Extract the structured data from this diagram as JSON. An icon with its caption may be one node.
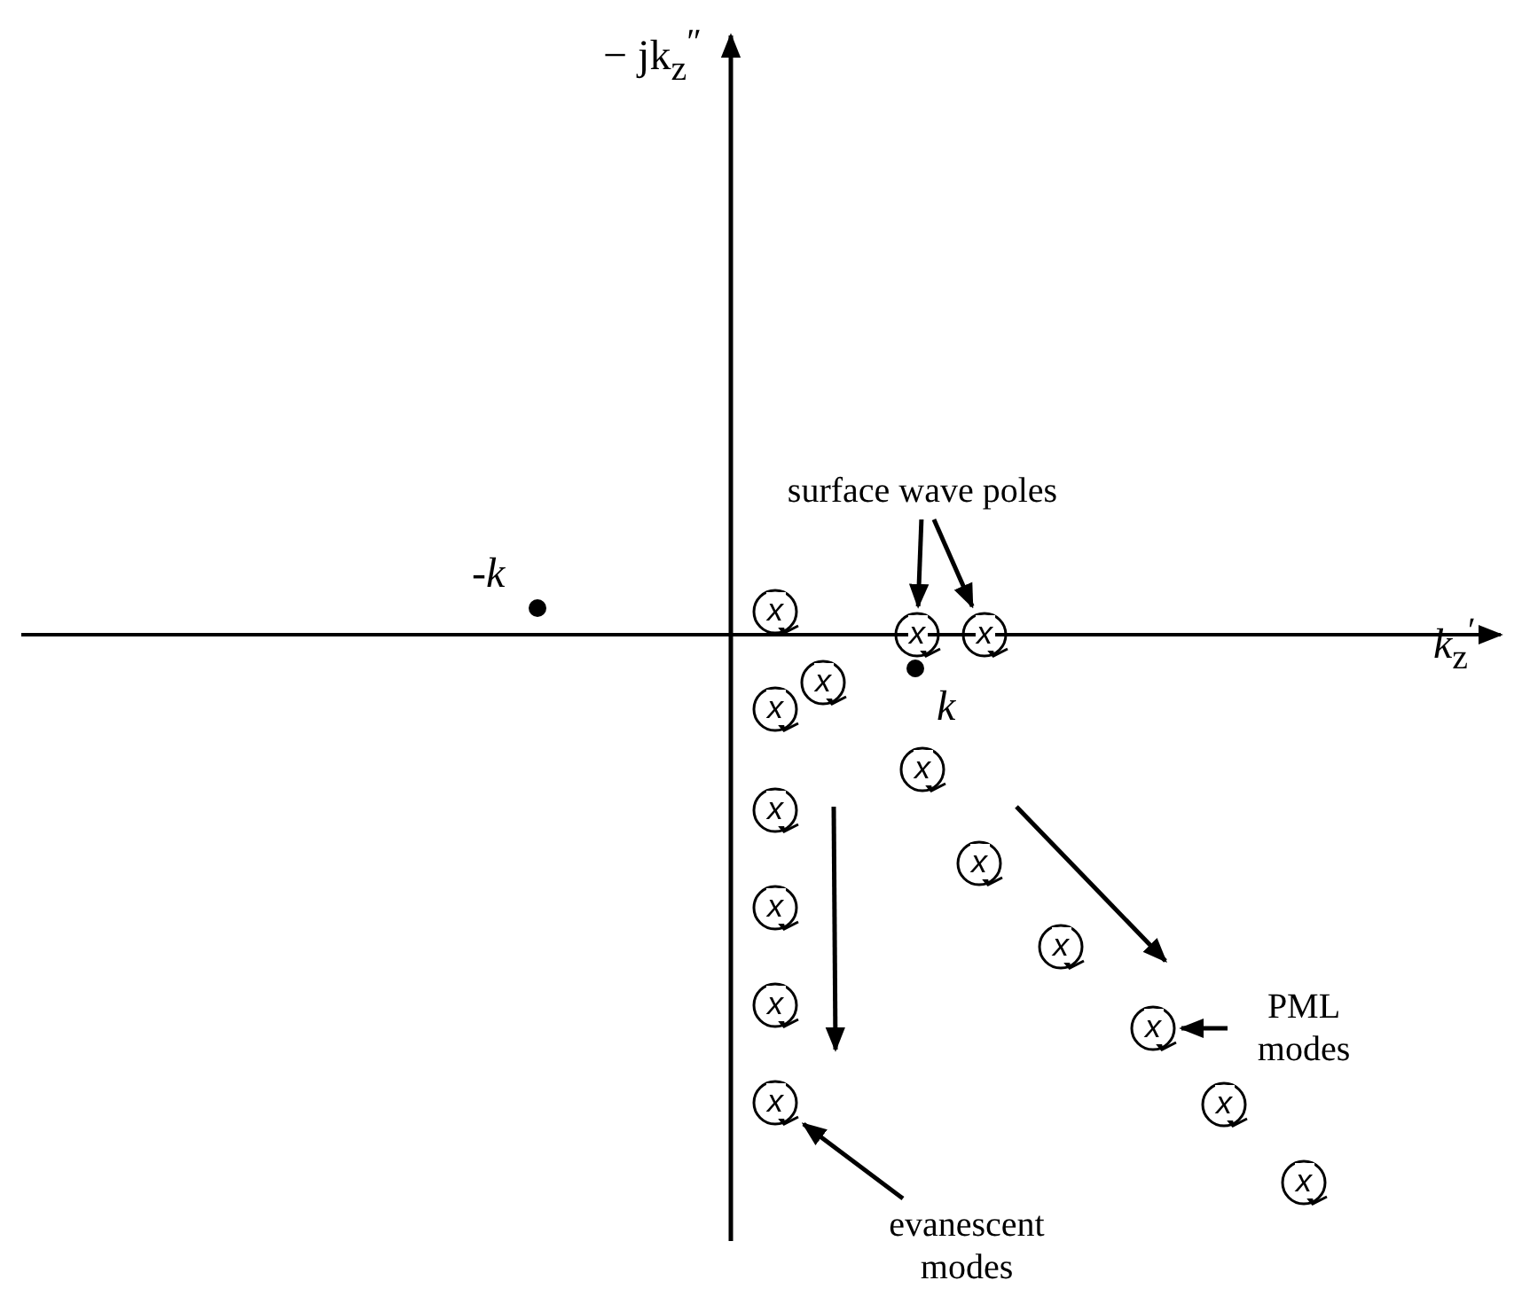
{
  "diagram": {
    "nodes": [
      {
        "text": [
          "surface wave poles"
        ]
      },
      {
        "text": [
          "x"
        ]
      },
      {
        "text": [
          "x"
        ]
      },
      {
        "text": [
          "x"
        ]
      },
      {
        "text": [
          "x"
        ]
      },
      {
        "text": [
          "x"
        ]
      },
      {
        "text": [
          "x"
        ]
      },
      {
        "text": [
          "x"
        ]
      },
      {
        "text": [
          "x"
        ]
      },
      {
        "text": [
          "x"
        ]
      },
      {
        "text": [
          "x"
        ]
      },
      {
        "text": [
          "x"
        ]
      },
      {
        "text": [
          "PML modes"
        ]
      },
      {
        "text": [
          "x"
        ]
      },
      {
        "text": [
          "x"
        ]
      },
      {
        "text": [
          "x"
        ]
      },
      {
        "text": [
          "x"
        ]
      },
      {
        "text": [
          "evanescent modes"
        ]
      }
    ],
    "edges": [
      {
        "from": 0,
        "to": 2,
        "arrow": "to"
      },
      {
        "from": 0,
        "to": 3,
        "arrow": "to"
      },
      {
        "from": 12,
        "to": 13,
        "arrow": "to"
      },
      {
        "from": 17,
        "to": 14,
        "arrow": "to"
      }
    ],
    "labels": [
      "− jk$_{z}$$^{″}$",
      "-*k*",
      "*k*$_{z}$$^{′}$",
      "k"
    ]
  }
}
